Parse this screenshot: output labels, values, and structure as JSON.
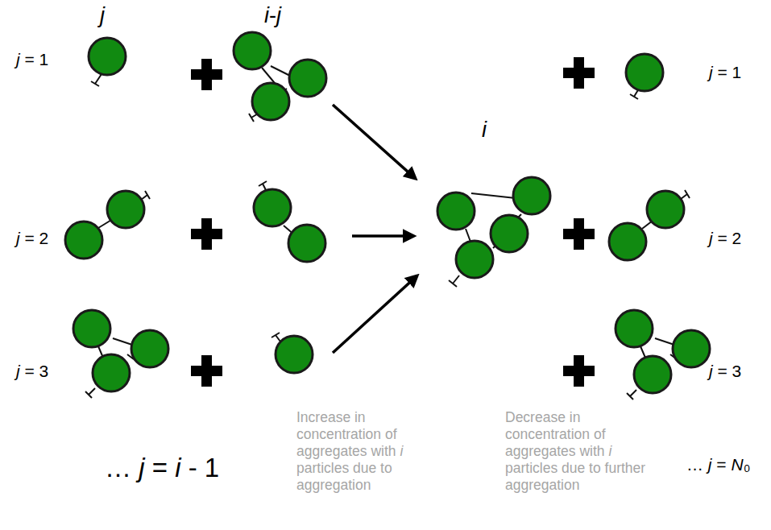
{
  "diagram": {
    "labels": [
      "j",
      "i-j",
      "i",
      "j = 1",
      "j = 2",
      "j = 3",
      "j = 1",
      "j = 2",
      "j = 3",
      "… j = i - 1",
      "… j = N₀",
      "Increase in concentration of aggregates with i particles due to aggregation",
      "Decrease in concentration of aggregates with i particles due to further aggregation"
    ]
  }
}
